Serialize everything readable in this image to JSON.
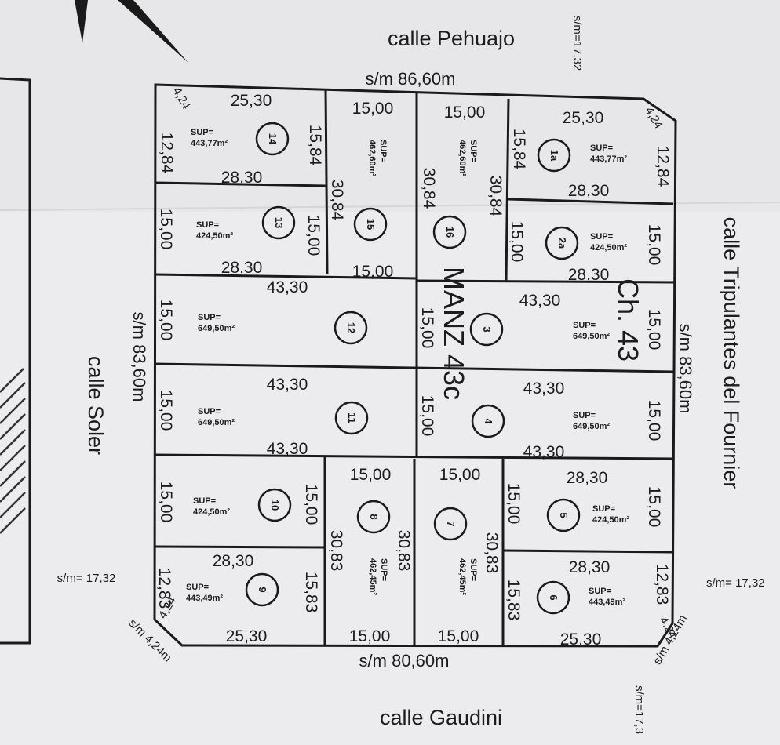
{
  "streets": {
    "north": "calle Pehuajo",
    "south": "calle Gaudini",
    "west": "calle Soler",
    "east": "calle Tripulantes del Fournier"
  },
  "block_dims": {
    "north": "s/m 86,60m",
    "south": "s/m 80,60m",
    "west": "s/m 83,60m",
    "east": "s/m 83,60m"
  },
  "chamfers": {
    "west": "s/m= 17,32",
    "east": "s/m= 17,32",
    "top_right": "s/m=17,32",
    "bottom_right": "s/m=17,3",
    "bottom_left_diag": "s/m 4,24m",
    "bottom_right_diag": "s/m 4,24m"
  },
  "block_label": {
    "manz": "MANZ 43c",
    "ch": "Ch. 43"
  },
  "lots": [
    {
      "id": "14",
      "sup": "443,77m²",
      "dims": [
        "25,30",
        "12,84",
        "15,84",
        "28,30",
        "4,24"
      ]
    },
    {
      "id": "15",
      "sup": "462,60m²",
      "dims": [
        "15,00",
        "30,84",
        "15,00"
      ]
    },
    {
      "id": "16",
      "sup": "462,60m²",
      "dims": [
        "15,00",
        "30,84",
        "30,84"
      ]
    },
    {
      "id": "1a",
      "sup": "443,77m²",
      "dims": [
        "25,30",
        "15,84",
        "12,84",
        "28,30",
        "4,24"
      ]
    },
    {
      "id": "13",
      "sup": "424,50m²",
      "dims": [
        "15,00",
        "15,00",
        "28,30"
      ]
    },
    {
      "id": "2a",
      "sup": "424,50m²",
      "dims": [
        "15,00",
        "15,00",
        "28,30"
      ]
    },
    {
      "id": "12",
      "sup": "649,50m²",
      "dims": [
        "43,30",
        "15,00"
      ]
    },
    {
      "id": "3",
      "sup": "649,50m²",
      "dims": [
        "43,30",
        "15,00",
        "15,00"
      ]
    },
    {
      "id": "11",
      "sup": "649,50m²",
      "dims": [
        "43,30",
        "15,00",
        "43,30"
      ]
    },
    {
      "id": "4",
      "sup": "649,50m²",
      "dims": [
        "43,30",
        "15,00",
        "15,00",
        "43,30"
      ]
    },
    {
      "id": "10",
      "sup": "424,50m²",
      "dims": [
        "15,00",
        "15,00"
      ]
    },
    {
      "id": "8",
      "sup": "462,45m²",
      "dims": [
        "15,00",
        "30,83",
        "30,83",
        "15,00"
      ]
    },
    {
      "id": "7",
      "sup": "462,45m²",
      "dims": [
        "15,00",
        "30,83",
        "15,00"
      ]
    },
    {
      "id": "5",
      "sup": "424,50m²",
      "dims": [
        "28,30",
        "15,00",
        "15,00"
      ]
    },
    {
      "id": "9",
      "sup": "443,49m²",
      "dims": [
        "28,30",
        "12,83",
        "15,83",
        "25,30",
        "4,24"
      ]
    },
    {
      "id": "6",
      "sup": "443,49m²",
      "dims": [
        "28,30",
        "15,83",
        "12,83",
        "25,30",
        "4,24"
      ]
    }
  ],
  "sup_label": "SUP="
}
